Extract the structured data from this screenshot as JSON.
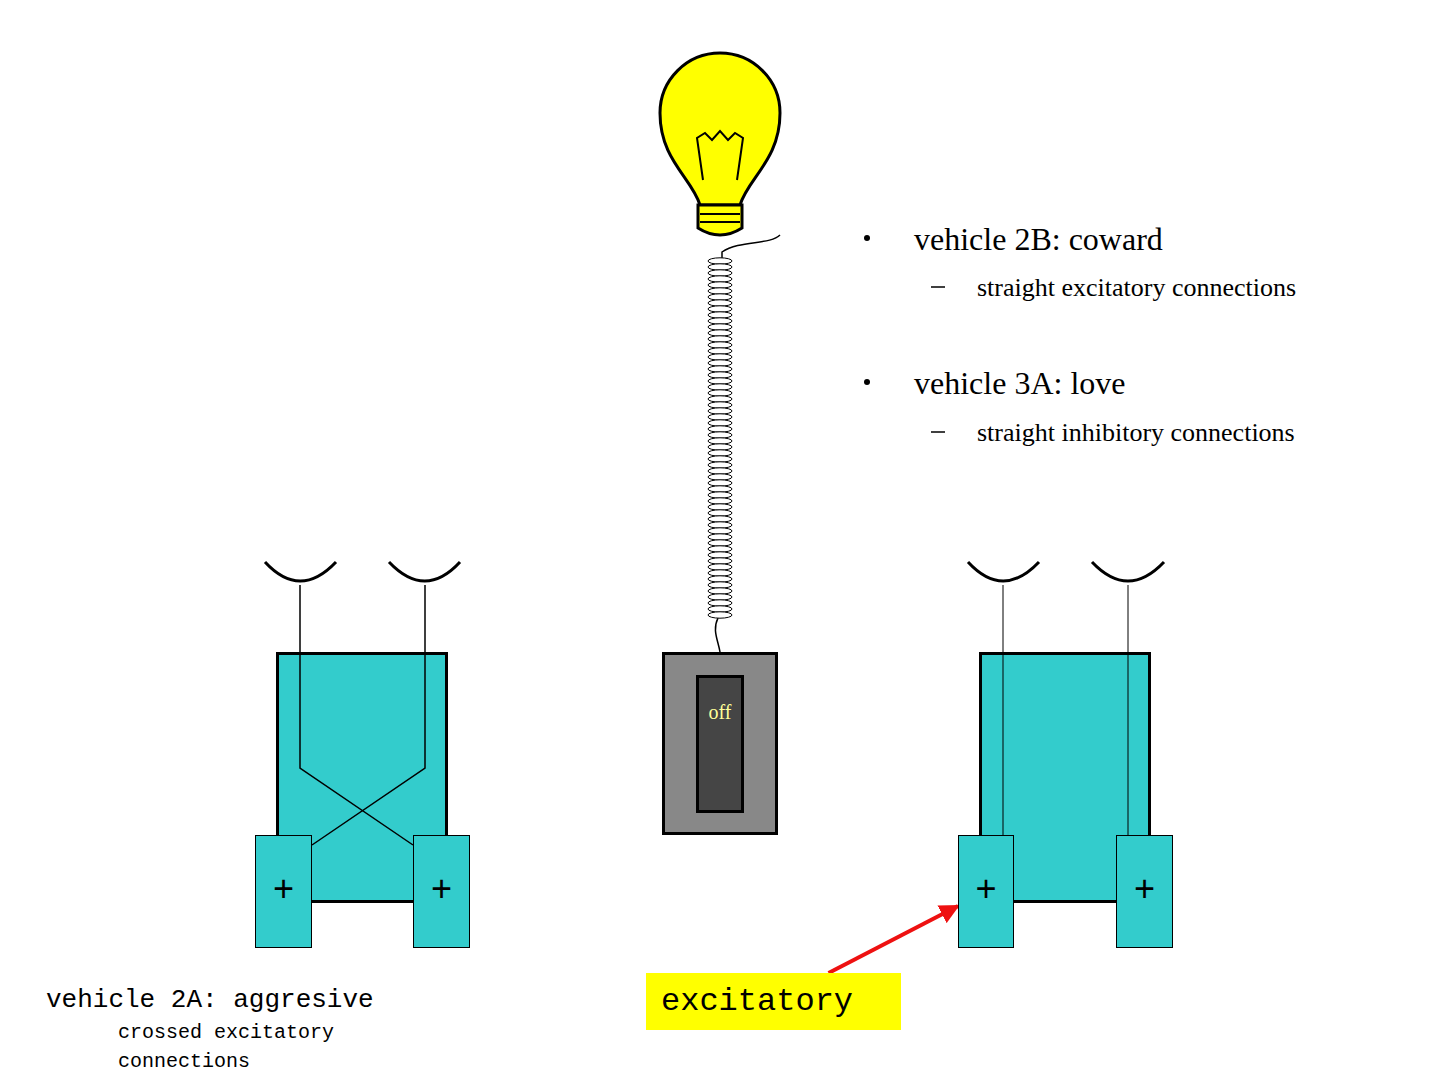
{
  "diagram": {
    "nodes": [
      {
        "text": [
          "off"
        ]
      },
      {
        "text": [
          "+"
        ]
      },
      {
        "text": [
          "+"
        ]
      },
      {
        "text": [
          "+"
        ]
      },
      {
        "text": [
          "+"
        ]
      },
      {
        "text": [
          "excitatory"
        ]
      }
    ],
    "edges": [
      {
        "from": 5,
        "to": 3,
        "arrow": "to"
      }
    ],
    "labels": [
      "vehicle 2B: coward",
      "straight excitatory connections",
      "vehicle 3A: love",
      "straight inhibitory connections",
      "vehicle 2A: aggresive",
      "crossed excitatory connections"
    ]
  }
}
